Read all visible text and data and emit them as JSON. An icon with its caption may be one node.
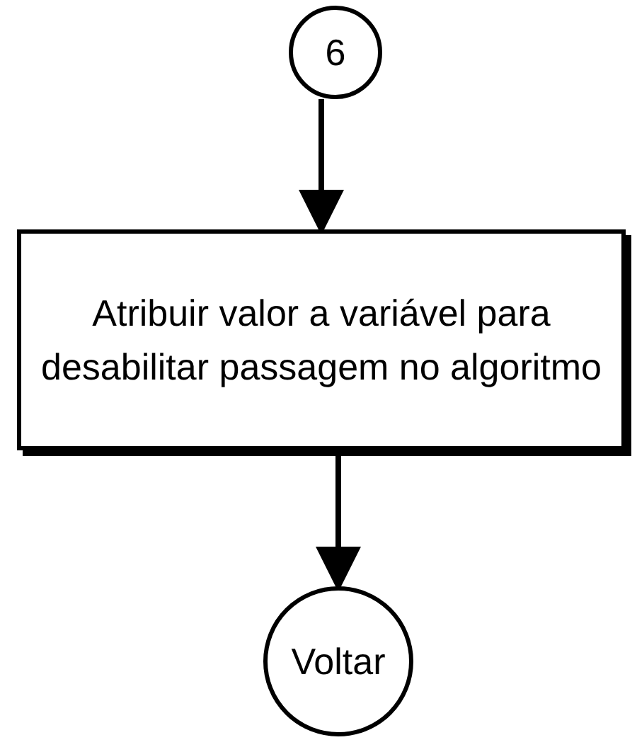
{
  "diagram": {
    "nodes": [
      {
        "text": [
          "6"
        ]
      },
      {
        "text": [
          "Atribuir valor a variável para desabilitar passagem no algoritmo"
        ]
      },
      {
        "text": [
          "Voltar"
        ]
      }
    ],
    "edges": [
      {
        "from": 0,
        "to": 1,
        "arrow": "to"
      },
      {
        "from": 1,
        "to": 2,
        "arrow": "to"
      }
    ]
  }
}
